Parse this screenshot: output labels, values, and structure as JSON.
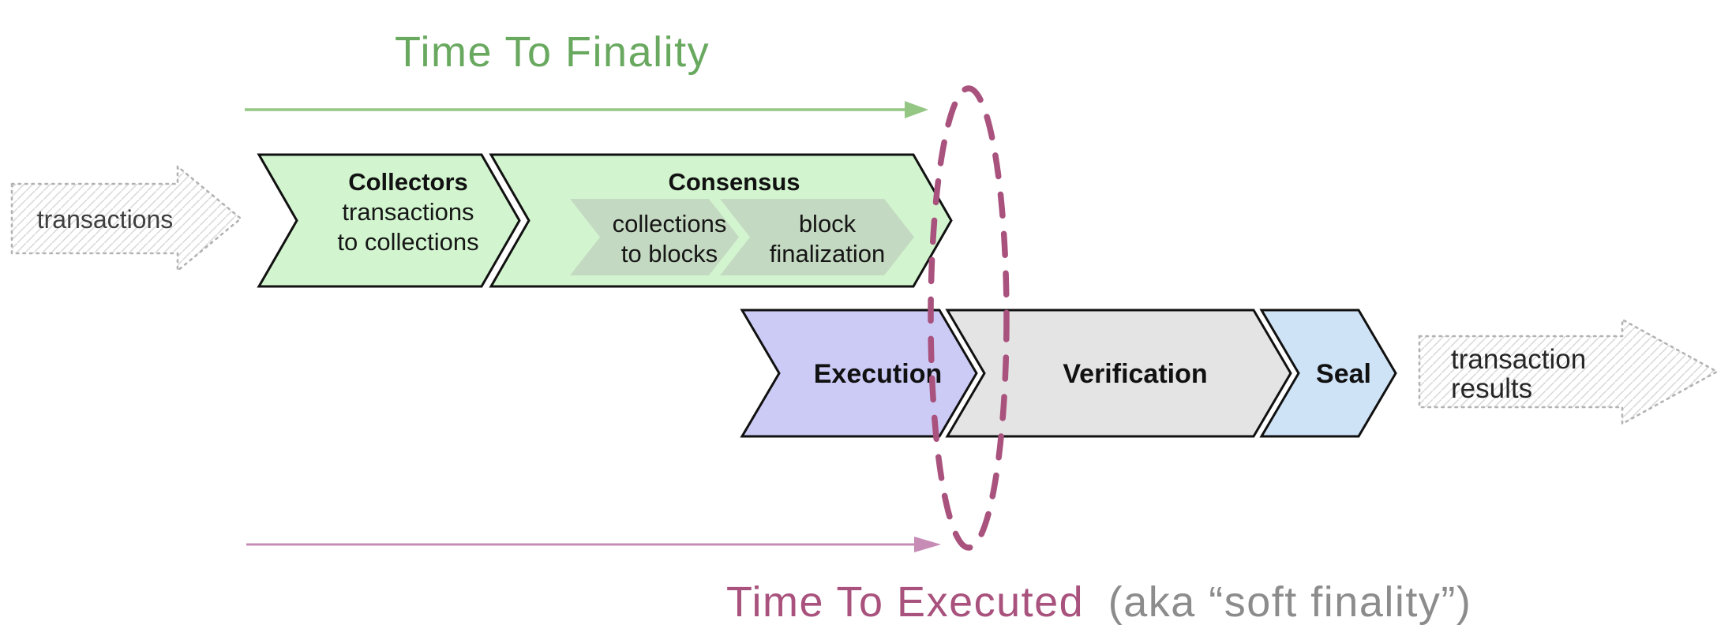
{
  "annotations": {
    "finality": {
      "label": "Time To Finality",
      "color": "#69a95f",
      "arrow_color": "#94c784"
    },
    "executed": {
      "label": "Time To Executed",
      "suffix": "(aka “soft finality”)",
      "color": "#a8527d",
      "suffix_color": "#8c8c8c",
      "arrow_color": "#c78cb5",
      "ellipse_color": "#a8527d"
    }
  },
  "io": {
    "input": {
      "label": "transactions"
    },
    "output": {
      "line1": "transaction",
      "line2": "results"
    }
  },
  "stages": {
    "collectors": {
      "title": "Collectors",
      "line1": "transactions",
      "line2": "to collections",
      "fill": "#d2f5cf"
    },
    "consensus": {
      "title": "Consensus",
      "fill": "#d2f5cf",
      "substage_fill": "#c4d9c1",
      "substages": [
        {
          "line1": "collections",
          "line2": "to blocks"
        },
        {
          "line1": "block",
          "line2": "finalization"
        }
      ]
    },
    "execution": {
      "title": "Execution",
      "fill": "#cccbf6"
    },
    "verification": {
      "title": "Verification",
      "fill": "#e4e4e4"
    },
    "seal": {
      "title": "Seal",
      "fill": "#cfe3f7"
    }
  }
}
